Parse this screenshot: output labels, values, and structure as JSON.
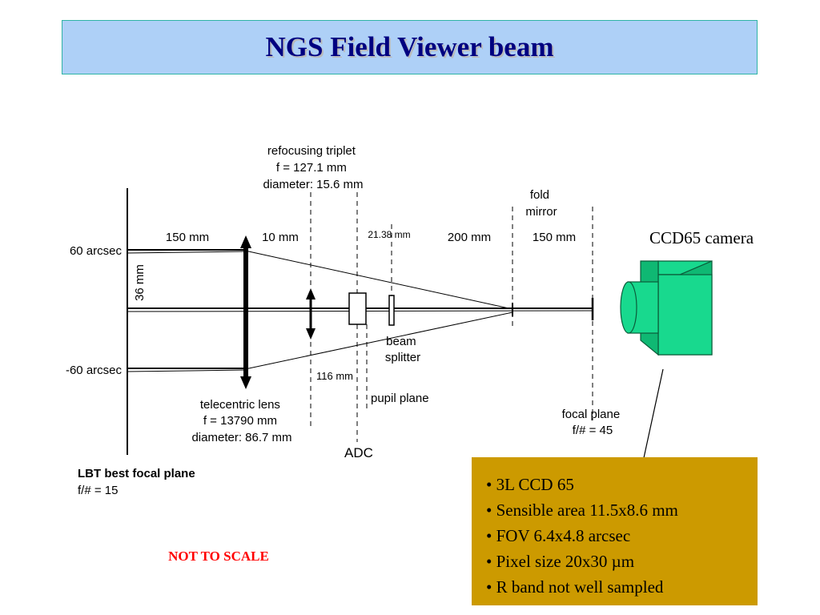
{
  "slide": {
    "title": "NGS Field Viewer beam"
  },
  "diagram": {
    "labels": {
      "refocusing_triplet": [
        "refocusing triplet",
        "f = 127.1 mm",
        "diameter: 15.6 mm"
      ],
      "fold_mirror": [
        "fold",
        "mirror"
      ],
      "dim_150_left": "150 mm",
      "dim_10": "10 mm",
      "dim_21_38": "21.38 mm",
      "dim_200": "200 mm",
      "dim_150_right": "150 mm",
      "field_plus": "60 arcsec",
      "field_minus": "-60 arcsec",
      "dim_36": "36 mm",
      "dim_116": "116 mm",
      "beam_splitter": [
        "beam",
        "splitter"
      ],
      "pupil_plane": "pupil plane",
      "telecentric_lens": [
        "telecentric lens",
        "f = 13790 mm",
        "diameter: 86.7 mm"
      ],
      "adc": "ADC",
      "focal_plane": [
        "focal plane",
        "f/# = 45"
      ],
      "lbt_focal_plane": [
        "LBT best focal plane",
        "f/# = 15"
      ],
      "camera": "CCD65 camera",
      "not_to_scale": "NOT TO SCALE"
    },
    "colors": {
      "camera_face": "#18d98e",
      "camera_side": "#0fb873",
      "camera_outline": "#0b5c3a",
      "not_to_scale": "#ff0000",
      "info_box": "#cc9a00",
      "title_banner": "#aed0f7",
      "title_text": "#000080"
    }
  },
  "info": {
    "items": [
      "3L CCD 65",
      "Sensible area 11.5x8.6 mm",
      "FOV 6.4x4.8 arcsec",
      "Pixel size 20x30 µm",
      "R band not well sampled"
    ]
  }
}
